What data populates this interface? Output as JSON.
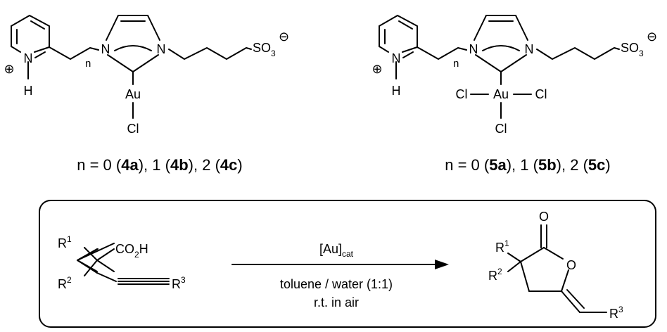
{
  "compound_4": {
    "caption_prefix": "n = 0 (",
    "a_num": "4",
    "a_letter": "a",
    "mid1": "), 1 (",
    "b_num": "4",
    "b_letter": "b",
    "mid2": "), 2 (",
    "c_num": "4",
    "c_letter": "c",
    "caption_suffix": ")"
  },
  "compound_5": {
    "caption_prefix": "n = 0 (",
    "a_num": "5",
    "a_letter": "a",
    "mid1": "), 1 (",
    "b_num": "5",
    "b_letter": "b",
    "mid2": "), 2 (",
    "c_num": "5",
    "c_letter": "c",
    "caption_suffix": ")"
  },
  "atoms": {
    "N": "N",
    "H": "H",
    "Au": "Au",
    "Cl": "Cl",
    "n": "n",
    "plus": "⊕",
    "minus": "⊖",
    "SO": "SO",
    "three": "3",
    "O": "O"
  },
  "reaction": {
    "catalyst_main": "[Au]",
    "catalyst_sub": "cat",
    "solvent": "toluene / water (1:1)",
    "conditions": "r.t. in air",
    "R": "R",
    "one": "1",
    "two": "2",
    "three": "3",
    "acid_a": "CO",
    "acid_sub": "2",
    "acid_b": "H"
  }
}
